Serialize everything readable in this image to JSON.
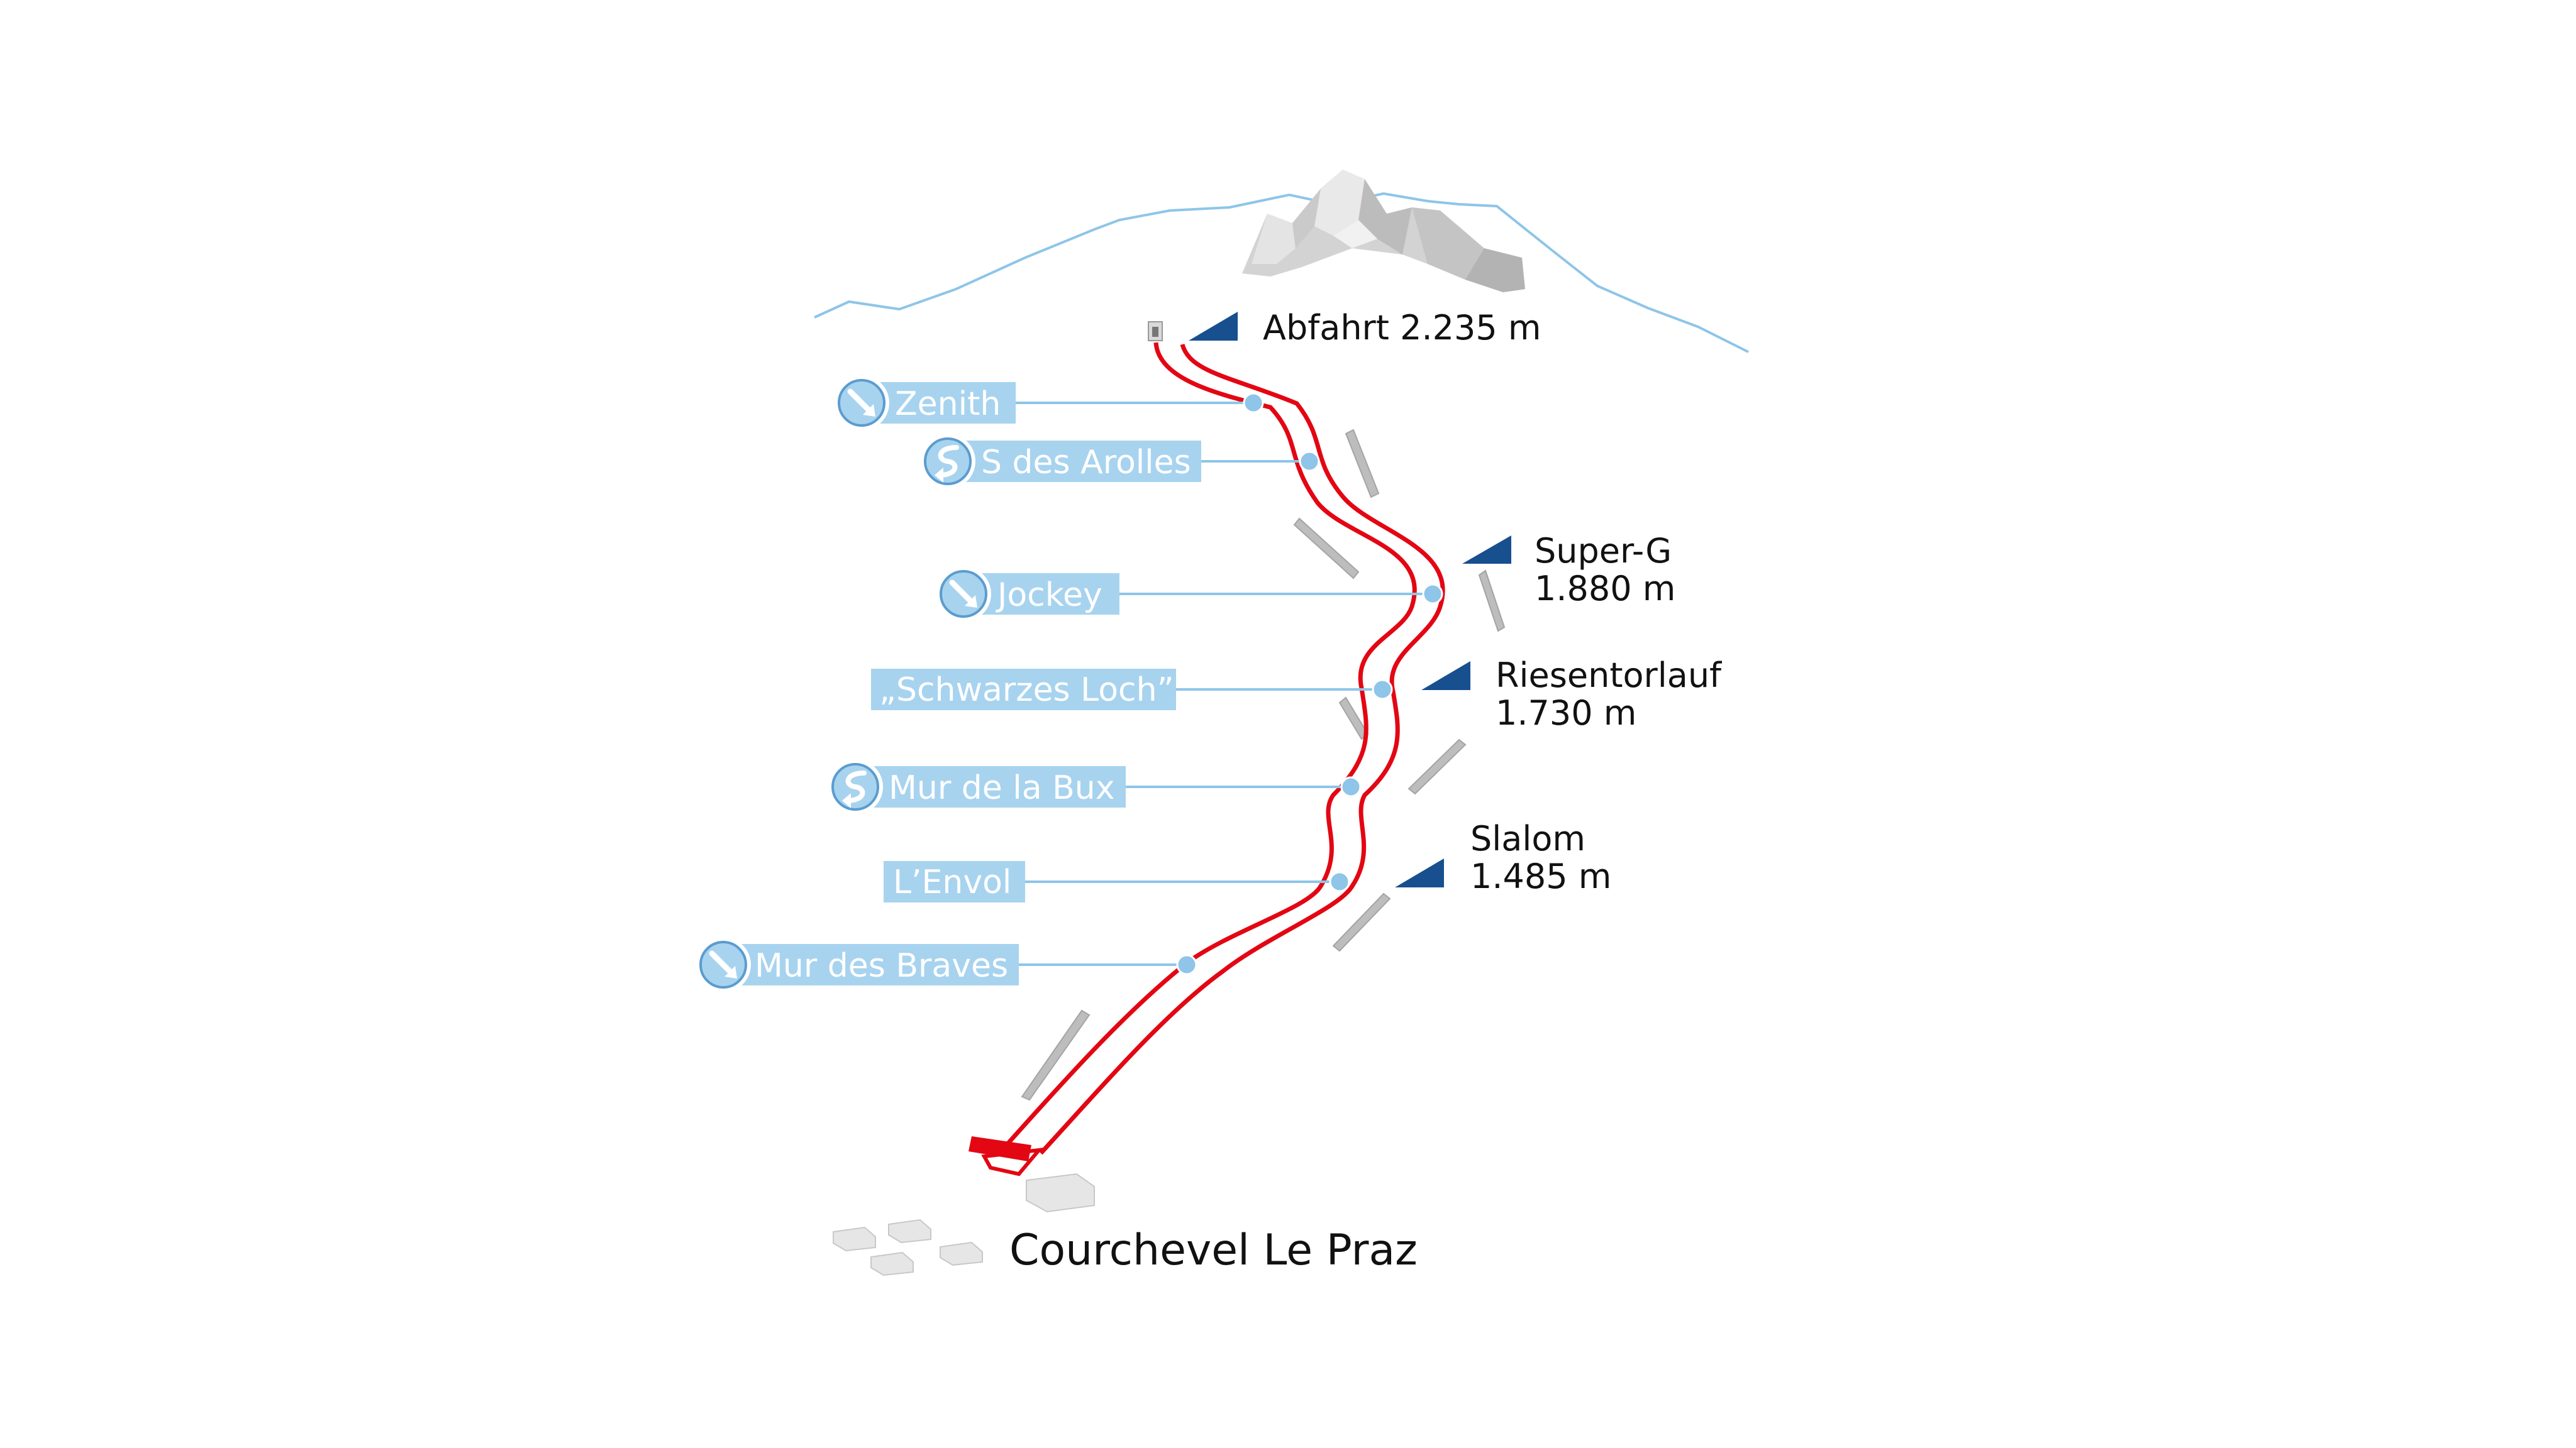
{
  "course": {
    "village": "Courchevel Le Praz",
    "starts": [
      {
        "id": "abfahrt",
        "label": "Abfahrt 2.235 m",
        "line1": "Abfahrt 2.235 m",
        "line2": ""
      },
      {
        "id": "superg",
        "label": "Super-G 1.880 m",
        "line1": "Super-G",
        "line2": "1.880 m"
      },
      {
        "id": "riesentorlauf",
        "label": "Riesentorlauf 1.730 m",
        "line1": "Riesentorlauf",
        "line2": "1.730 m"
      },
      {
        "id": "slalom",
        "label": "Slalom 1.485 m",
        "line1": "Slalom",
        "line2": "1.485 m"
      }
    ],
    "sections": [
      {
        "id": "zenith",
        "label": "Zenith",
        "icon": "straight-arrow-icon"
      },
      {
        "id": "s-des-arolles",
        "label": "S des Arolles",
        "icon": "s-curve-icon"
      },
      {
        "id": "jockey",
        "label": "Jockey",
        "icon": "straight-arrow-icon"
      },
      {
        "id": "schwarzes-loch",
        "label": "„Schwarzes Loch”",
        "icon": ""
      },
      {
        "id": "mur-de-la-bux",
        "label": "Mur de la Bux",
        "icon": "s-curve-icon"
      },
      {
        "id": "l-envol",
        "label": "L’Envol",
        "icon": ""
      },
      {
        "id": "mur-des-braves",
        "label": "Mur des Braves",
        "icon": "straight-arrow-icon"
      }
    ]
  },
  "colors": {
    "label_bg": "#a7d3ef",
    "icon_fill": "#ffffff",
    "icon_stroke": "#5b9ccf",
    "leader_line": "#8ec5e8",
    "dot": "#8ec5e8",
    "track": "#e30613",
    "start_flag": "#174f8f",
    "mountain_line": "#8ec5e8",
    "rock": "#cfcfcf",
    "net": "#b9b9b9",
    "building": "#dedede"
  }
}
